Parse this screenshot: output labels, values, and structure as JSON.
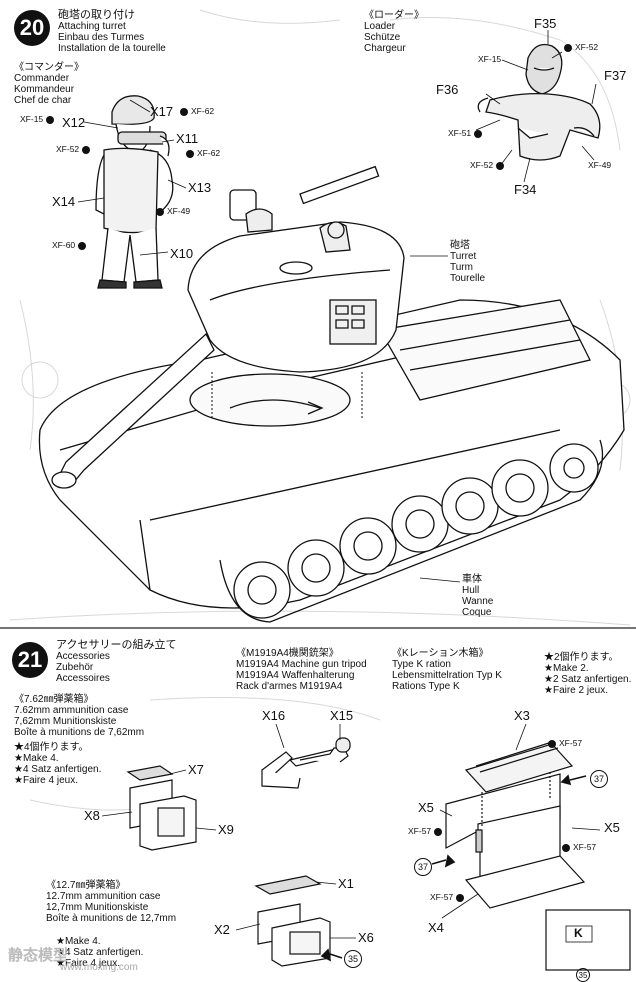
{
  "step20": {
    "number": "20",
    "title_jp": "砲塔の取り付け",
    "title_de_en": [
      "Attaching turret",
      "Einbau des Turmes",
      "Installation de la tourelle"
    ],
    "commander": [
      "《コマンダー》",
      "Commander",
      "Kommandeur",
      "Chef de char"
    ],
    "loader": [
      "《ローダー》",
      "Loader",
      "Schütze",
      "Chargeur"
    ],
    "turret": [
      "砲塔",
      "Turret",
      "Turm",
      "Tourelle"
    ],
    "hull": [
      "車体",
      "Hull",
      "Wanne",
      "Coque"
    ],
    "commander_parts": {
      "x17": "X17",
      "x12": "X12",
      "x11": "X11",
      "x13": "X13",
      "x14": "X14",
      "x10": "X10"
    },
    "commander_paints": {
      "xf62a": "XF-62",
      "xf15": "XF-15",
      "xf52": "XF-52",
      "xf62b": "XF-62",
      "xf49": "XF-49",
      "xf60": "XF-60"
    },
    "loader_parts": {
      "f35": "F35",
      "f36": "F36",
      "f37": "F37",
      "f34": "F34"
    },
    "loader_paints": {
      "xf15": "XF-15",
      "xf52a": "XF-52",
      "xf51": "XF-51",
      "xf52b": "XF-52",
      "xf49": "XF-49"
    }
  },
  "step21": {
    "number": "21",
    "title_jp": "アクセサリーの組み立て",
    "title_lines": [
      "Accessories",
      "Zubehör",
      "Accessoires"
    ],
    "ammo762": [
      "《7.62㎜弾薬箱》",
      "7.62mm ammunition case",
      "7,62mm Munitionskiste",
      "Boîte à munitions de 7,62mm"
    ],
    "make4": [
      "★4個作ります。",
      "★Make 4.",
      "★4 Satz anfertigen.",
      "★Faire 4 jeux."
    ],
    "tripod": [
      "《M1919A4機関銃架》",
      "M1919A4 Machine gun tripod",
      "M1919A4 Waffenhalterung",
      "Rack d'armes M1919A4"
    ],
    "ration": [
      "《Kレーション木箱》",
      "Type K ration",
      "Lebensmittelration Typ K",
      "Rations Type K"
    ],
    "make2": [
      "★2個作ります。",
      "★Make 2.",
      "★2 Satz anfertigen.",
      "★Faire 2 jeux."
    ],
    "ammo127": [
      "《12.7㎜弾薬箱》",
      "12.7mm ammunition case",
      "12,7mm Munitionskiste",
      "Boîte à munitions de 12,7mm"
    ],
    "make4b": [
      "★Make 4.",
      "★4 Satz anfertigen.",
      "★Faire 4 jeux."
    ],
    "parts": {
      "x7": "X7",
      "x8": "X8",
      "x9": "X9",
      "x16": "X16",
      "x15": "X15",
      "x3": "X3",
      "x5a": "X5",
      "x5b": "X5",
      "x4": "X4",
      "x1": "X1",
      "x2": "X2",
      "x6": "X6"
    },
    "paints": {
      "xf57a": "XF-57",
      "xf57b": "XF-57",
      "xf57c": "XF-57",
      "xf57d": "XF-57"
    },
    "refs": {
      "r37a": "37",
      "r37b": "37",
      "r35": "35"
    },
    "decal_letter": "K"
  },
  "watermark": {
    "line1": "静态模型",
    "url": "www.moxing.com"
  },
  "footer_ref": "35"
}
